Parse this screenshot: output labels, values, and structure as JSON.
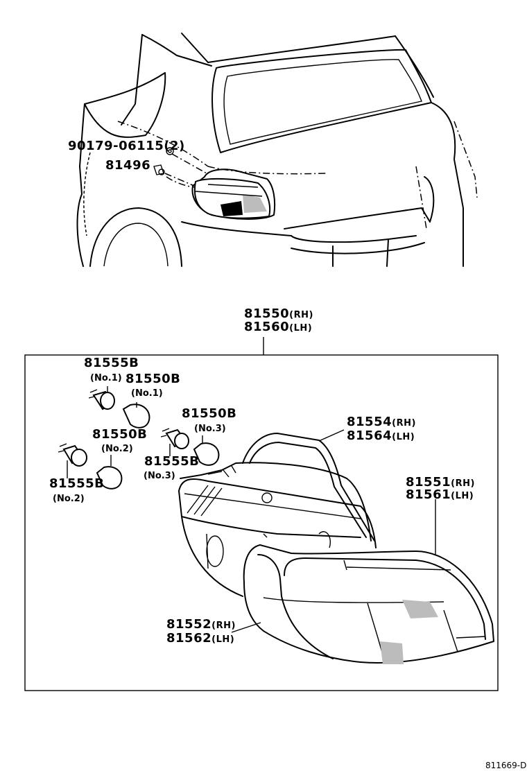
{
  "labels": {
    "bolt_part": "90179-06115",
    "bolt_qty": "(2)",
    "clip_part": "81496",
    "assembly_rh": "81550",
    "assembly_lh": "81560",
    "gasket_rh": "81554",
    "gasket_lh": "81564",
    "lens_rh": "81551",
    "lens_lh": "81561",
    "housing_rh": "81552",
    "housing_lh": "81562",
    "socket_no1": "81555B",
    "socket_no2": "81555B",
    "socket_no3": "81555B",
    "bulb_no1": "81550B",
    "bulb_no2": "81550B",
    "bulb_no3": "81550B",
    "rh": "(RH)",
    "lh": "(LH)",
    "no1": "(No.1)",
    "no2": "(No.2)",
    "no3": "(No.3)"
  },
  "figure_code": "811669-D"
}
